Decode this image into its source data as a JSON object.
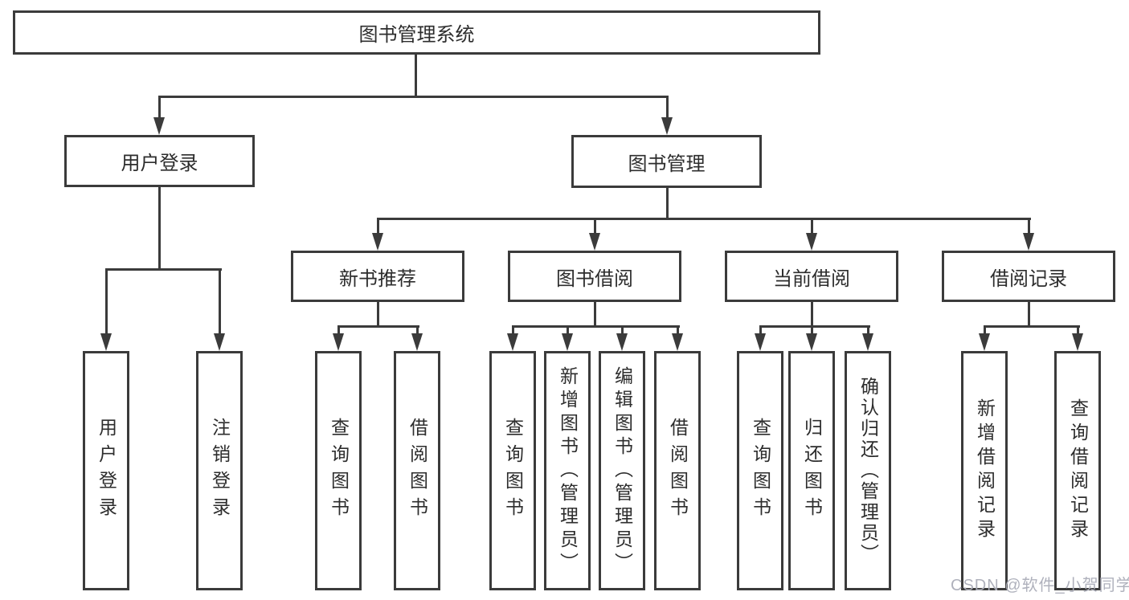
{
  "diagram": {
    "root": "图书管理系统",
    "level2": [
      "用户登录",
      "图书管理"
    ],
    "level3": [
      "新书推荐",
      "图书借阅",
      "当前借阅",
      "借阅记录"
    ],
    "leaves": [
      "用户登录",
      "注销登录",
      "查询图书",
      "借阅图书",
      "查询图书",
      "新增图书（管理员）",
      "编辑图书（管理员）",
      "借阅图书",
      "查询图书",
      "归还图书",
      "确认归还（管理员）",
      "新增借阅记录",
      "查询借阅记录"
    ]
  },
  "watermark": "CSDN @软件_小贺同学",
  "colors": {
    "line": "#3b3b3b",
    "text": "#2d2d2d",
    "watermark": "#abadb8"
  }
}
